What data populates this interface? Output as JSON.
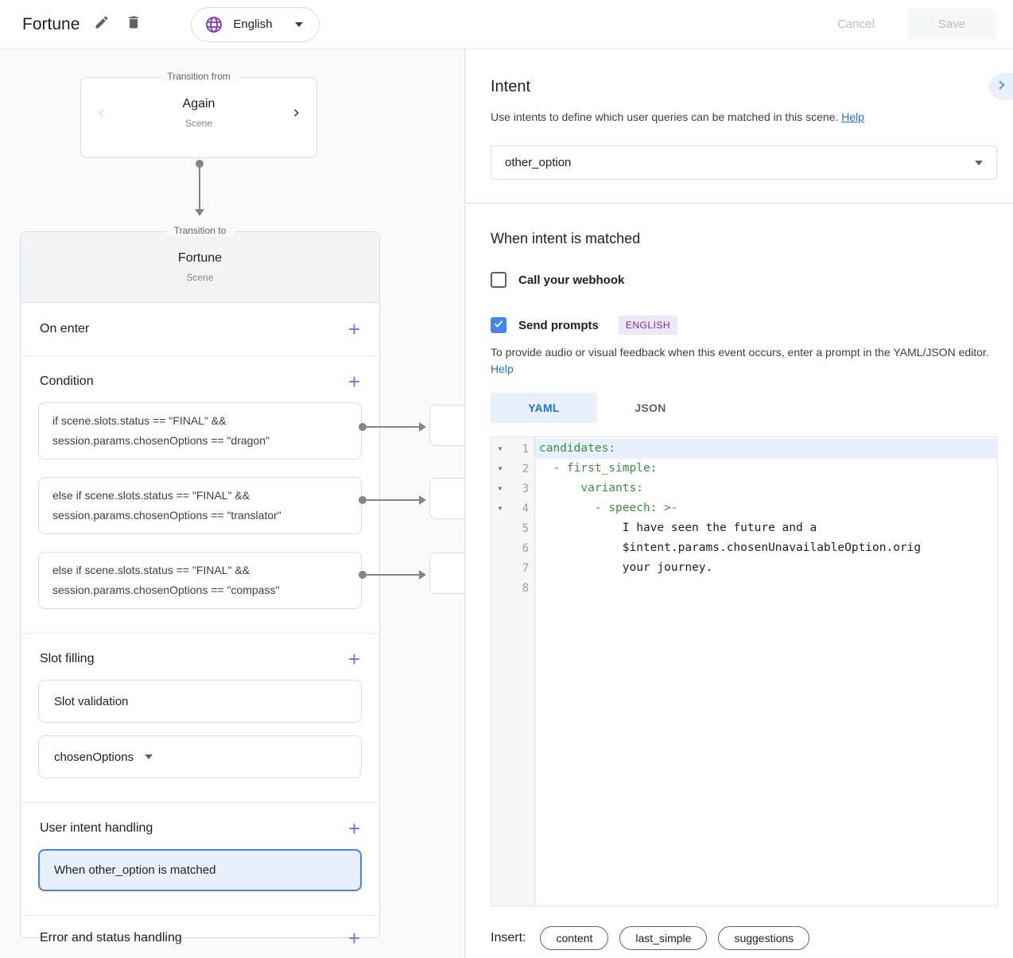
{
  "topbar": {
    "title": "Fortune",
    "language": "English",
    "cancel_label": "Cancel",
    "save_label": "Save"
  },
  "canvas": {
    "from_card": {
      "label": "Transition from",
      "title": "Again",
      "subtitle": "Scene"
    },
    "to_card": {
      "label": "Transition to",
      "title": "Fortune",
      "subtitle": "Scene"
    },
    "sections": {
      "on_enter": "On enter",
      "condition": "Condition",
      "slot_filling": "Slot filling",
      "user_intent": "User intent handling",
      "error": "Error and status handling"
    },
    "conditions": [
      {
        "line1": "if scene.slots.status == \"FINAL\" &&",
        "line2": "session.params.chosenOptions == \"dragon\""
      },
      {
        "line1": "else if scene.slots.status == \"FINAL\" &&",
        "line2": "session.params.chosenOptions == \"translator\""
      },
      {
        "line1": "else if scene.slots.status == \"FINAL\" &&",
        "line2": "session.params.chosenOptions == \"compass\""
      }
    ],
    "slot_validation_label": "Slot validation",
    "slot_param": "chosenOptions",
    "intent_handler": "When other_option is matched"
  },
  "intent_panel": {
    "title": "Intent",
    "description": "Use intents to define which user queries can be matched in this scene.",
    "help_label": "Help",
    "selected_intent": "other_option"
  },
  "match_panel": {
    "title": "When intent is matched",
    "webhook_label": "Call your webhook",
    "send_prompts_label": "Send prompts",
    "language_badge": "ENGLISH",
    "description_line": "To provide audio or visual feedback when this event occurs, enter a prompt in the YAML/JSON editor.",
    "help_label": "Help",
    "tabs": {
      "yaml": "YAML",
      "json": "JSON"
    },
    "editor_lines": [
      {
        "num": "1",
        "fold": true,
        "key": true,
        "highlight": true,
        "text": "candidates:"
      },
      {
        "num": "2",
        "fold": true,
        "key": true,
        "highlight": false,
        "text": "  - first_simple:"
      },
      {
        "num": "3",
        "fold": true,
        "key": true,
        "highlight": false,
        "text": "      variants:"
      },
      {
        "num": "4",
        "fold": true,
        "key": true,
        "highlight": false,
        "text": "        - speech: >-"
      },
      {
        "num": "5",
        "fold": false,
        "key": false,
        "highlight": false,
        "text": "            I have seen the future and a"
      },
      {
        "num": "6",
        "fold": false,
        "key": false,
        "highlight": false,
        "text": "            $intent.params.chosenUnavailableOption.orig"
      },
      {
        "num": "7",
        "fold": false,
        "key": false,
        "highlight": false,
        "text": "            your journey."
      },
      {
        "num": "8",
        "fold": false,
        "key": false,
        "highlight": false,
        "text": ""
      }
    ],
    "insert_label": "Insert:",
    "insert_buttons": [
      "content",
      "last_simple",
      "suggestions"
    ]
  },
  "colors": {
    "accent_blue": "#4285f4",
    "link_blue": "#1a73e8",
    "light_blue": "#e8f0fe",
    "badge_purple": "#7627bb",
    "globe_purple": "#8430ce",
    "yaml_key_green": "#388e3c",
    "connector_gray": "#80868b"
  }
}
